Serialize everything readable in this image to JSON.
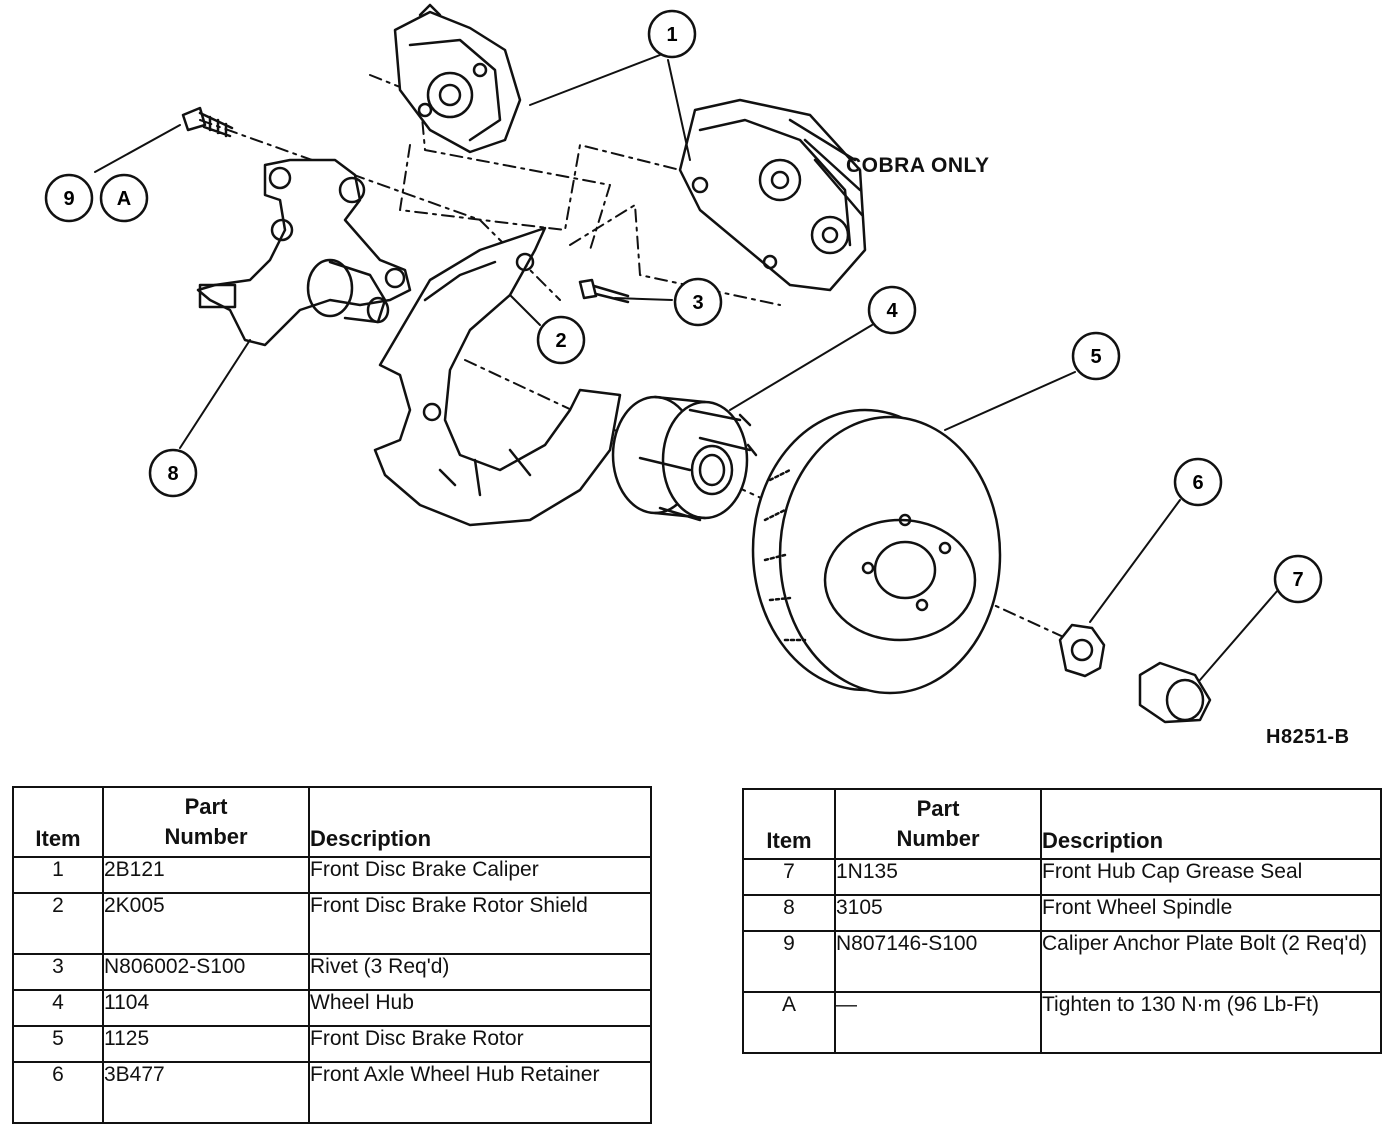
{
  "diagram": {
    "callouts": [
      "1",
      "2",
      "3",
      "4",
      "5",
      "6",
      "7",
      "8",
      "9",
      "A"
    ],
    "variant_label": "COBRA ONLY",
    "figure_id": "H8251-B"
  },
  "table_headers": {
    "item": "Item",
    "part_line1": "Part",
    "part_line2": "Number",
    "description": "Description"
  },
  "parts_left": [
    {
      "item": "1",
      "part": "2B121",
      "desc": "Front Disc Brake Caliper"
    },
    {
      "item": "2",
      "part": "2K005",
      "desc": "Front Disc Brake Rotor Shield"
    },
    {
      "item": "3",
      "part": "N806002-S100",
      "desc": "Rivet (3 Req'd)"
    },
    {
      "item": "4",
      "part": "1104",
      "desc": "Wheel Hub"
    },
    {
      "item": "5",
      "part": "1125",
      "desc": "Front Disc Brake Rotor"
    },
    {
      "item": "6",
      "part": "3B477",
      "desc": "Front Axle Wheel Hub Retainer"
    }
  ],
  "parts_right": [
    {
      "item": "7",
      "part": "1N135",
      "desc": "Front Hub Cap Grease Seal"
    },
    {
      "item": "8",
      "part": "3105",
      "desc": "Front Wheel Spindle"
    },
    {
      "item": "9",
      "part": "N807146-S100",
      "desc": "Caliper Anchor Plate Bolt (2 Req'd)"
    },
    {
      "item": "A",
      "part": "—",
      "desc": "Tighten to 130 N·m (96 Lb-Ft)"
    }
  ]
}
